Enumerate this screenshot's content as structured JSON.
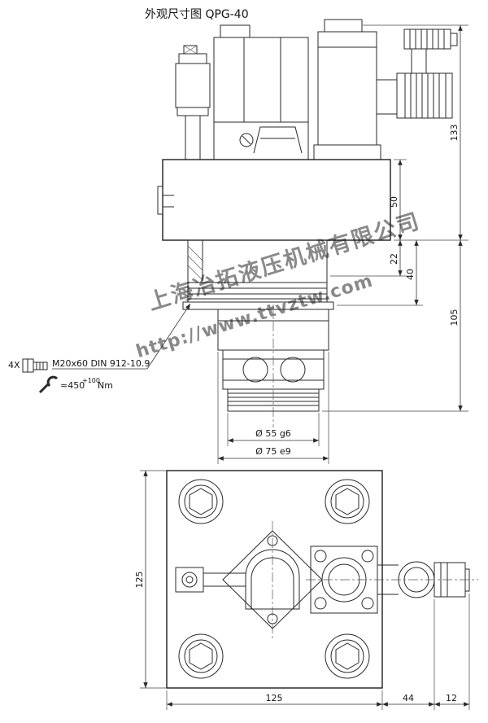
{
  "title": "外观尺寸图 QPG-40",
  "watermark": {
    "company": "上海冶拓液压机械有限公司",
    "url": "http://www.ttvztw.com",
    "color": "#85b8dc"
  },
  "annotations": {
    "quantity": "4X",
    "bolt_spec": "M20x60 DIN 912-10.9",
    "torque_value": "≈450",
    "torque_tolerance": "+100",
    "torque_unit": "Nm"
  },
  "side_view": {
    "dims": {
      "height_total": "133",
      "block_height": "50",
      "step_height": "22",
      "flange_height": "40",
      "lower_height": "105",
      "spigot_dia": "Ø 55 g6",
      "pilot_dia": "Ø 75 e9"
    }
  },
  "plan_view": {
    "dims": {
      "depth": "125",
      "width": "125",
      "connector_length": "44",
      "cap_length": "12"
    }
  },
  "drawing": {
    "line_color": "#2a2a2a"
  }
}
